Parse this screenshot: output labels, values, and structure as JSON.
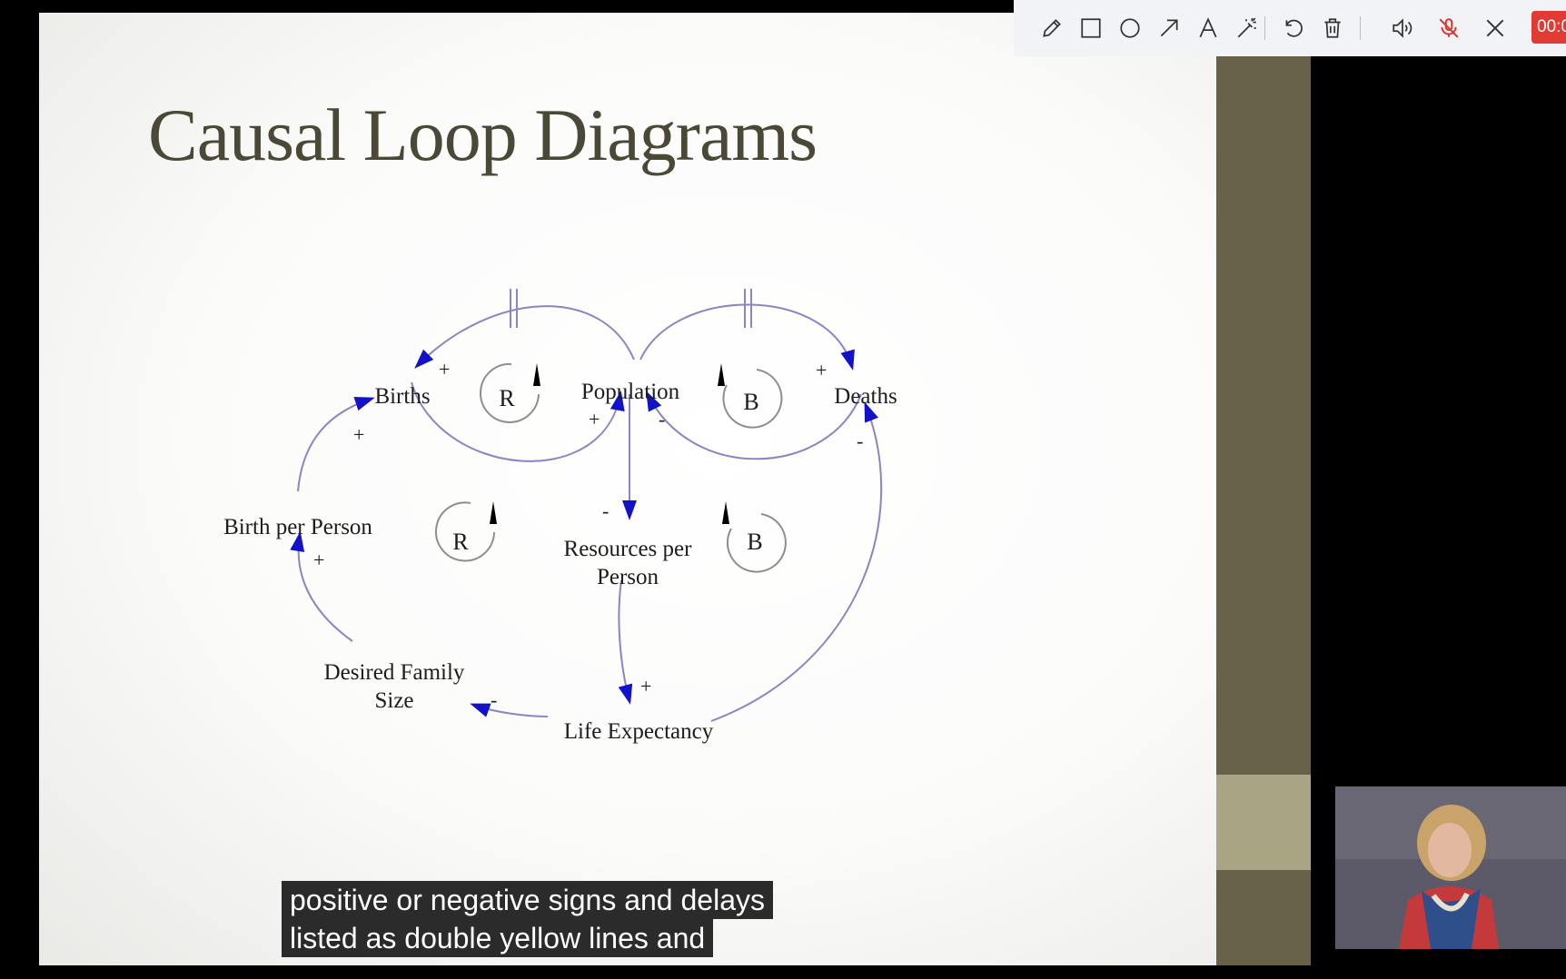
{
  "slide": {
    "title": "Causal Loop Diagrams",
    "nodes": {
      "births": "Births",
      "population": "Population",
      "deaths": "Deaths",
      "birth_per_person": "Birth per Person",
      "resources_per_person_line1": "Resources per",
      "resources_per_person_line2": "Person",
      "desired_family_size_line1": "Desired Family",
      "desired_family_size_line2": "Size",
      "life_expectancy": "Life Expectancy"
    },
    "loops": {
      "births_population": "R",
      "population_deaths": "B",
      "birth_family": "R",
      "resources_deaths": "B"
    },
    "polarities": {
      "population_to_births": "+",
      "population_to_deaths": "+",
      "births_to_population": "+",
      "deaths_to_population": "-",
      "birth_per_person_to_births": "+",
      "population_to_resources": "-",
      "life_expectancy_to_deaths": "-",
      "desired_family_to_birth_per_person": "+",
      "resources_to_life_expectancy": "+",
      "life_expectancy_to_desired_family": "-"
    },
    "colors": {
      "arrow_head": "#1212c8",
      "link": "#8a86c4",
      "title": "#4a4836"
    }
  },
  "toolbar": {
    "tools": [
      "pencil-icon",
      "rectangle-icon",
      "circle-icon",
      "arrow-icon",
      "text-icon",
      "magic-wand-icon",
      "undo-icon",
      "trash-icon",
      "speaker-icon",
      "mic-muted-icon",
      "close-icon"
    ],
    "timer": "00:0"
  },
  "caption": {
    "line1": "positive or negative signs and delays",
    "line2": "listed as double yellow lines and"
  }
}
